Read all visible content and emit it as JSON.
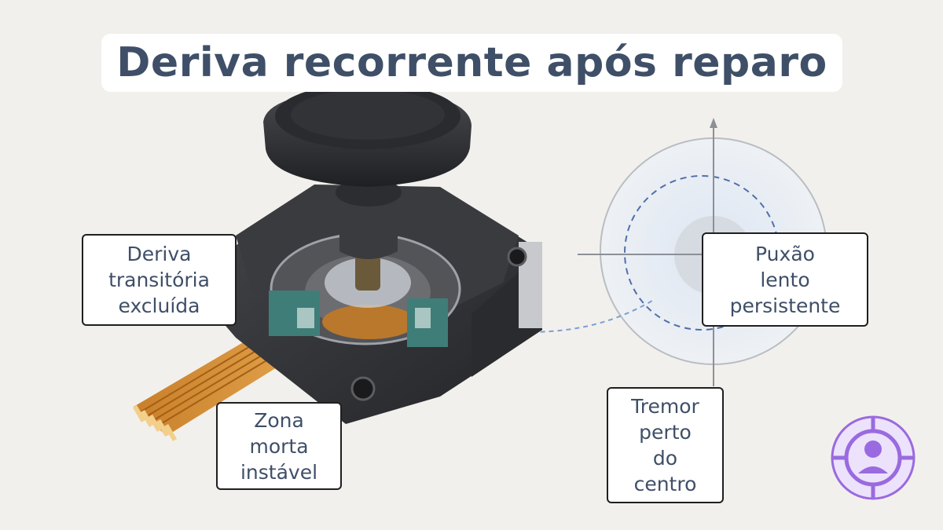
{
  "title": "Deriva recorrente após reparo",
  "callouts": {
    "transient": "Deriva\ntransitória\nexcluída",
    "deadzone": "Zona\nmorta\ninstável",
    "pull": "Puxão\nlento\npersistente",
    "tremor": "Tremor\nperto\ndo\ncentro"
  },
  "icons": {
    "logo": "target-person-icon"
  },
  "colors": {
    "title_text": "#3f4f68",
    "accent_blue": "#4f6fa8",
    "logo_purple": "#9a6ae0",
    "logo_fill": "#ece2fb",
    "background": "#f2f0ed"
  }
}
